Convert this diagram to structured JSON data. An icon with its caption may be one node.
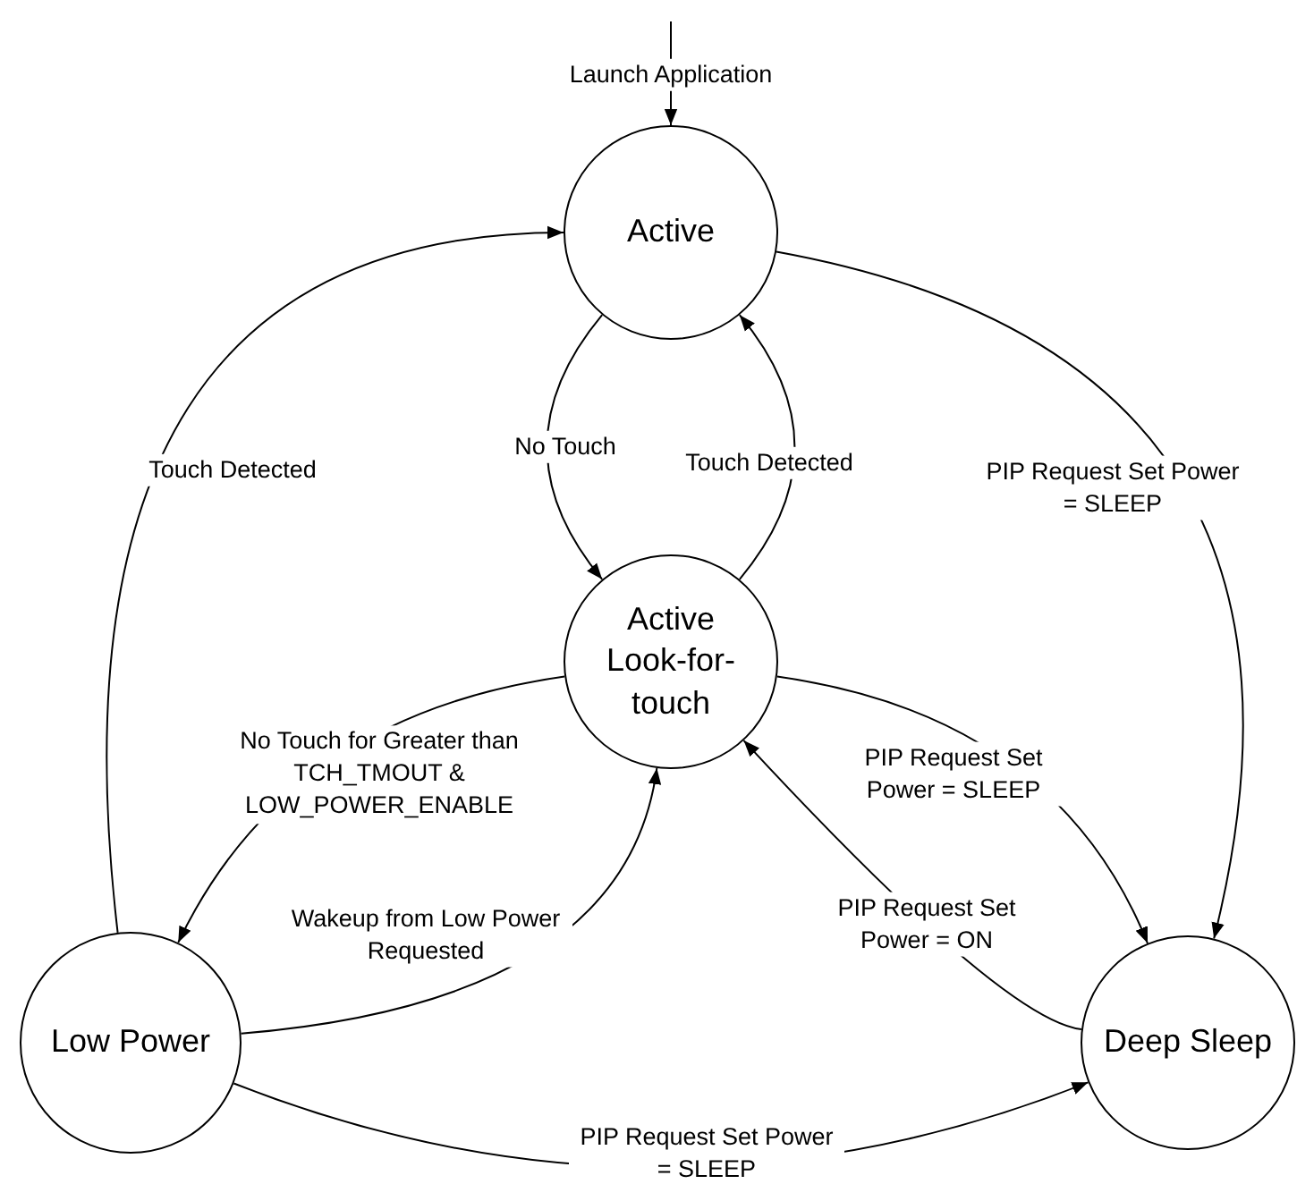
{
  "diagram": {
    "nodes": [
      {
        "text": [
          "Active"
        ]
      },
      {
        "text": [
          "Active Look-for-touch"
        ]
      },
      {
        "text": [
          "Low Power"
        ]
      },
      {
        "text": [
          "Deep Sleep"
        ]
      }
    ],
    "edges": [
      {
        "from": null,
        "to": 0,
        "arrow": "to",
        "label": "Launch Application"
      },
      {
        "from": 0,
        "to": 1,
        "arrow": "to",
        "label": "No Touch"
      },
      {
        "from": 1,
        "to": 0,
        "arrow": "to",
        "label": "Touch Detected"
      },
      {
        "from": 2,
        "to": 0,
        "arrow": "to",
        "label": "Touch Detected"
      },
      {
        "from": 0,
        "to": 3,
        "arrow": "to",
        "label": "PIP Request Set Power = SLEEP"
      },
      {
        "from": 1,
        "to": 2,
        "arrow": "to",
        "label": "No Touch for Greater than TCH_TMOUT & LOW_POWER_ENABLE"
      },
      {
        "from": 2,
        "to": 1,
        "arrow": "to",
        "label": "Wakeup from Low Power Requested"
      },
      {
        "from": 1,
        "to": 3,
        "arrow": "to",
        "label": "PIP Request Set Power = SLEEP"
      },
      {
        "from": 3,
        "to": 1,
        "arrow": "to",
        "label": "PIP Request Set Power = ON"
      },
      {
        "from": 2,
        "to": 3,
        "arrow": "to",
        "label": "PIP Request Set Power = SLEEP"
      }
    ]
  }
}
